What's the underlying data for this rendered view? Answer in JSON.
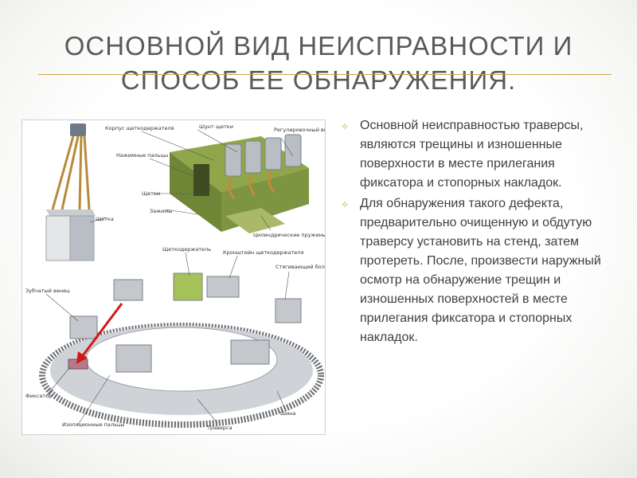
{
  "slide": {
    "title_line1": "ОСНОВНОЙ ВИД НЕИСПРАВНОСТИ И",
    "title_line2": "СПОСОБ ЕЕ ОБНАРУЖЕНИЯ.",
    "accent_color": "#c9a64a",
    "bullet_marker": "✧",
    "bullets": [
      "Основной неисправностью траверсы, являются трещины и изношенные поверхности в месте прилегания фиксатора и стопорных накладок.",
      "Для обнаружения такого дефекта, предварительно очищенную и обдутую траверсу установить на стенд, затем протереть. После, произвести наружный осмотр на обнаружение  трещин и изношенных поверхностей в месте прилегания фиксатора и стопорных накладок."
    ]
  },
  "figure": {
    "labels": {
      "korpus": "Корпус щеткодержателя",
      "shunt": "Шунт щетки",
      "regul": "Регулировочный винт",
      "nazhim": "Нажимные пальцы",
      "shchetki": "Щетки",
      "zazhimy": "Зажимы",
      "pruzhiny": "Цилиндрические пружины",
      "shchetka": "Щетка",
      "shchetkoderzh": "Щеткодержатель",
      "kronshtein": "Кронштейн щеткодержателя",
      "styag": "Стягивающий болт",
      "zub_venets": "Зубчатый венец",
      "fiksator": "Фиксатор",
      "izol": "Изоляционные пальцы",
      "traversa": "Траверса",
      "shina": "Шина"
    }
  }
}
